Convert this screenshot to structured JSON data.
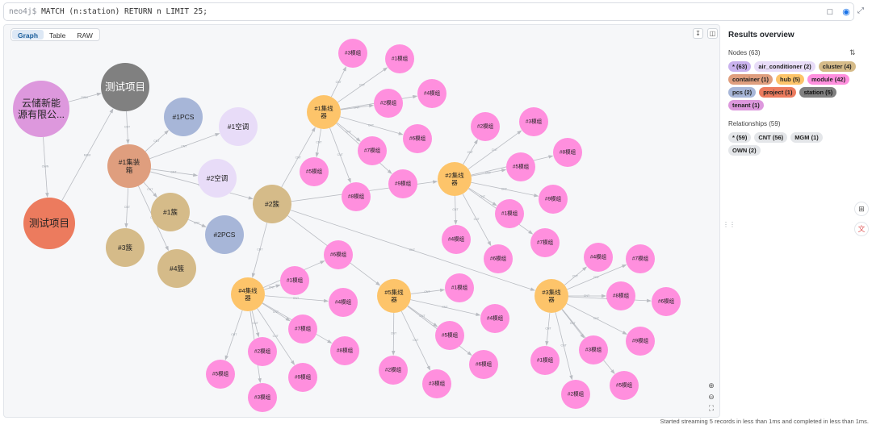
{
  "query": {
    "prompt": "neo4j$",
    "text": "MATCH (n:station) RETURN n LIMIT 25;"
  },
  "icons": {
    "bookmark": "bookmark-icon",
    "run": "play-icon",
    "collapse": "collapse-icon",
    "download": "download-icon",
    "sidebar": "sidebar-icon",
    "zoom_in": "zoom-in-icon",
    "zoom_out": "zoom-out-icon",
    "fit": "fit-icon",
    "sort": "sort-icon"
  },
  "view_tabs": [
    "Graph",
    "Table",
    "RAW"
  ],
  "colors": {
    "station": "#808080",
    "tenant": "#dd98dd",
    "project": "#ec7b5e",
    "container": "#df9e7e",
    "pcs": "#a7b6d8",
    "air_conditioner": "#e8dcf8",
    "cluster": "#d5bb89",
    "hub": "#fdc46a",
    "module": "#ff8fde"
  },
  "graph": {
    "nodes": [
      {
        "id": "tenant",
        "label": "云储新能源有限公...",
        "type": "tenant"
      },
      {
        "id": "proj_station",
        "label": "测试项目",
        "type": "station"
      },
      {
        "id": "proj",
        "label": "测试项目",
        "type": "project"
      },
      {
        "id": "c1",
        "label": "#1集装箱",
        "type": "container"
      },
      {
        "id": "pcs1",
        "label": "#1PCS",
        "type": "pcs"
      },
      {
        "id": "ac1",
        "label": "#1空调",
        "type": "air_conditioner"
      },
      {
        "id": "ac2",
        "label": "#2空调",
        "type": "air_conditioner"
      },
      {
        "id": "cl1",
        "label": "#1簇",
        "type": "cluster"
      },
      {
        "id": "cl2",
        "label": "#2簇",
        "type": "cluster"
      },
      {
        "id": "cl3",
        "label": "#3簇",
        "type": "cluster"
      },
      {
        "id": "cl4",
        "label": "#4簇",
        "type": "cluster"
      },
      {
        "id": "pcs2",
        "label": "#2PCS",
        "type": "pcs"
      },
      {
        "id": "h1",
        "label": "#1集线器",
        "type": "hub"
      },
      {
        "id": "h2",
        "label": "#2集线器",
        "type": "hub"
      },
      {
        "id": "h3",
        "label": "#3集线器",
        "type": "hub"
      },
      {
        "id": "h4",
        "label": "#4集线器",
        "type": "hub"
      },
      {
        "id": "h5",
        "label": "#5集线器",
        "type": "hub"
      },
      {
        "id": "m1_3",
        "label": "#3模组",
        "type": "module"
      },
      {
        "id": "m1_1",
        "label": "#1模组",
        "type": "module"
      },
      {
        "id": "m1_2",
        "label": "#2模组",
        "type": "module"
      },
      {
        "id": "m1_4",
        "label": "#4模组",
        "type": "module"
      },
      {
        "id": "m1_6",
        "label": "#6模组",
        "type": "module"
      },
      {
        "id": "m1_7",
        "label": "#7模组",
        "type": "module"
      },
      {
        "id": "m1_5",
        "label": "#5模组",
        "type": "module"
      },
      {
        "id": "m1_8",
        "label": "#8模组",
        "type": "module"
      },
      {
        "id": "m1_9",
        "label": "#9模组",
        "type": "module"
      },
      {
        "id": "m2_2",
        "label": "#2模组",
        "type": "module"
      },
      {
        "id": "m2_3",
        "label": "#3模组",
        "type": "module"
      },
      {
        "id": "m2_5",
        "label": "#5模组",
        "type": "module"
      },
      {
        "id": "m2_8",
        "label": "#8模组",
        "type": "module"
      },
      {
        "id": "m2_9",
        "label": "#9模组",
        "type": "module"
      },
      {
        "id": "m2_1",
        "label": "#1模组",
        "type": "module"
      },
      {
        "id": "m2_4",
        "label": "#4模组",
        "type": "module"
      },
      {
        "id": "m2_6",
        "label": "#6模组",
        "type": "module"
      },
      {
        "id": "m2_7",
        "label": "#7模组",
        "type": "module"
      },
      {
        "id": "m4_6",
        "label": "#6模组",
        "type": "module"
      },
      {
        "id": "m4_1",
        "label": "#1模组",
        "type": "module"
      },
      {
        "id": "m4_4",
        "label": "#4模组",
        "type": "module"
      },
      {
        "id": "m4_7",
        "label": "#7模组",
        "type": "module"
      },
      {
        "id": "m4_8",
        "label": "#8模组",
        "type": "module"
      },
      {
        "id": "m4_2",
        "label": "#2模组",
        "type": "module"
      },
      {
        "id": "m4_5",
        "label": "#5模组",
        "type": "module"
      },
      {
        "id": "m4_9",
        "label": "#9模组",
        "type": "module"
      },
      {
        "id": "m4_3",
        "label": "#3模组",
        "type": "module"
      },
      {
        "id": "m5_1",
        "label": "#1模组",
        "type": "module"
      },
      {
        "id": "m5_4",
        "label": "#4模组",
        "type": "module"
      },
      {
        "id": "m5_5",
        "label": "#5模组",
        "type": "module"
      },
      {
        "id": "m5_2",
        "label": "#2模组",
        "type": "module"
      },
      {
        "id": "m5_6",
        "label": "#6模组",
        "type": "module"
      },
      {
        "id": "m5_3",
        "label": "#3模组",
        "type": "module"
      },
      {
        "id": "m3_4",
        "label": "#4模组",
        "type": "module"
      },
      {
        "id": "m3_7",
        "label": "#7模组",
        "type": "module"
      },
      {
        "id": "m3_8",
        "label": "#8模组",
        "type": "module"
      },
      {
        "id": "m3_6",
        "label": "#6模组",
        "type": "module"
      },
      {
        "id": "m3_3",
        "label": "#3模组",
        "type": "module"
      },
      {
        "id": "m3_9",
        "label": "#9模组",
        "type": "module"
      },
      {
        "id": "m3_1",
        "label": "#1模组",
        "type": "module"
      },
      {
        "id": "m3_2",
        "label": "#2模组",
        "type": "module"
      },
      {
        "id": "m3_5",
        "label": "#5模组",
        "type": "module"
      }
    ],
    "edges": [
      [
        "tenant",
        "proj_station",
        "OWN"
      ],
      [
        "tenant",
        "proj",
        "OWN"
      ],
      [
        "proj",
        "proj_station",
        "MGM"
      ],
      [
        "proj_station",
        "c1",
        "CNT"
      ],
      [
        "c1",
        "pcs1",
        "CNT"
      ],
      [
        "c1",
        "ac1",
        "CNT"
      ],
      [
        "c1",
        "ac2",
        "CNT"
      ],
      [
        "c1",
        "cl1",
        "CNT"
      ],
      [
        "c1",
        "cl2",
        "CNT"
      ],
      [
        "c1",
        "cl3",
        "CNT"
      ],
      [
        "c1",
        "cl4",
        "CNT"
      ],
      [
        "cl1",
        "pcs2",
        "CNT"
      ],
      [
        "cl2",
        "h1",
        "CNT"
      ],
      [
        "cl2",
        "h2",
        "CNT"
      ],
      [
        "cl2",
        "h4",
        "CNT"
      ],
      [
        "cl2",
        "h5",
        "CNT"
      ],
      [
        "cl2",
        "h3",
        "CNT"
      ],
      [
        "h1",
        "m1_3",
        "CNT"
      ],
      [
        "h1",
        "m1_1",
        "CNT"
      ],
      [
        "h1",
        "m1_2",
        "CNT"
      ],
      [
        "h1",
        "m1_4",
        "CNT"
      ],
      [
        "h1",
        "m1_6",
        "CNT"
      ],
      [
        "h1",
        "m1_7",
        "CNT"
      ],
      [
        "h1",
        "m1_5",
        "CNT"
      ],
      [
        "h1",
        "m1_8",
        "CNT"
      ],
      [
        "h1",
        "m1_9",
        "CNT"
      ],
      [
        "h2",
        "m2_2",
        "CNT"
      ],
      [
        "h2",
        "m2_3",
        "CNT"
      ],
      [
        "h2",
        "m2_5",
        "CNT"
      ],
      [
        "h2",
        "m2_8",
        "CNT"
      ],
      [
        "h2",
        "m2_9",
        "CNT"
      ],
      [
        "h2",
        "m2_1",
        "CNT"
      ],
      [
        "h2",
        "m2_4",
        "CNT"
      ],
      [
        "h2",
        "m2_6",
        "CNT"
      ],
      [
        "h2",
        "m2_7",
        "CNT"
      ],
      [
        "h4",
        "m4_6",
        "CNT"
      ],
      [
        "h4",
        "m4_1",
        "CNT"
      ],
      [
        "h4",
        "m4_4",
        "CNT"
      ],
      [
        "h4",
        "m4_7",
        "CNT"
      ],
      [
        "h4",
        "m4_8",
        "CNT"
      ],
      [
        "h4",
        "m4_2",
        "CNT"
      ],
      [
        "h4",
        "m4_5",
        "CNT"
      ],
      [
        "h4",
        "m4_9",
        "CNT"
      ],
      [
        "h4",
        "m4_3",
        "CNT"
      ],
      [
        "h5",
        "m5_1",
        "CNT"
      ],
      [
        "h5",
        "m5_4",
        "CNT"
      ],
      [
        "h5",
        "m5_5",
        "CNT"
      ],
      [
        "h5",
        "m5_2",
        "CNT"
      ],
      [
        "h5",
        "m5_6",
        "CNT"
      ],
      [
        "h5",
        "m5_3",
        "CNT"
      ],
      [
        "h3",
        "m3_4",
        "CNT"
      ],
      [
        "h3",
        "m3_7",
        "CNT"
      ],
      [
        "h3",
        "m3_8",
        "CNT"
      ],
      [
        "h3",
        "m3_6",
        "CNT"
      ],
      [
        "h3",
        "m3_3",
        "CNT"
      ],
      [
        "h3",
        "m3_9",
        "CNT"
      ],
      [
        "h3",
        "m3_1",
        "CNT"
      ],
      [
        "h3",
        "m3_2",
        "CNT"
      ],
      [
        "h3",
        "m3_5",
        "CNT"
      ]
    ]
  },
  "overview": {
    "title": "Results overview",
    "nodes_label": "Nodes (63)",
    "node_chips": [
      {
        "text": "* (63)",
        "type": "all"
      },
      {
        "text": "air_conditioner (2)",
        "type": "air_conditioner"
      },
      {
        "text": "cluster (4)",
        "type": "cluster"
      },
      {
        "text": "container (1)",
        "type": "container"
      },
      {
        "text": "hub (5)",
        "type": "hub"
      },
      {
        "text": "module (42)",
        "type": "module"
      },
      {
        "text": "pcs (2)",
        "type": "pcs"
      },
      {
        "text": "project (1)",
        "type": "project"
      },
      {
        "text": "station (5)",
        "type": "station"
      },
      {
        "text": "tenant (1)",
        "type": "tenant"
      }
    ],
    "rels_label": "Relationships (59)",
    "rel_chips": [
      "* (59)",
      "CNT (56)",
      "MGM (1)",
      "OWN (2)"
    ]
  },
  "status": "Started streaming 5 records in less than 1ms and completed in less than 1ms."
}
